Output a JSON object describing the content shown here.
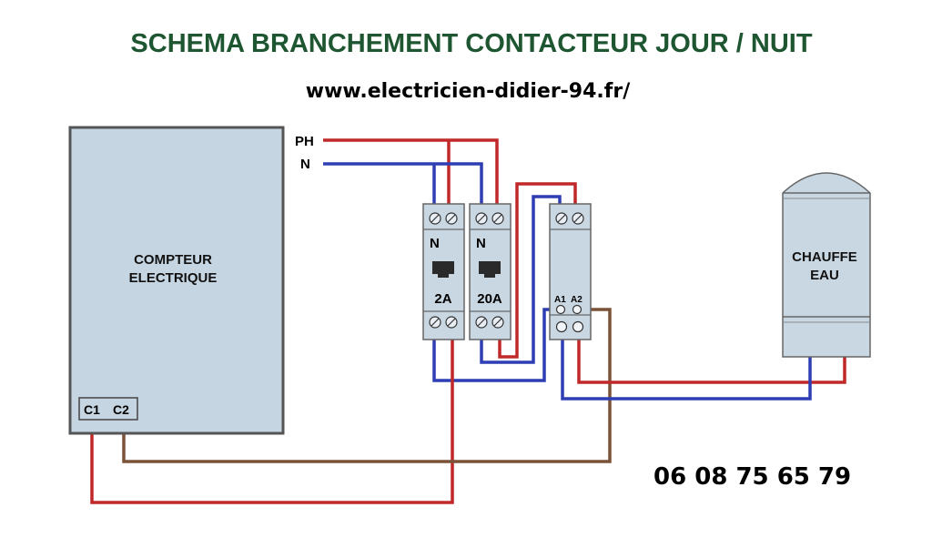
{
  "title": "SCHEMA  BRANCHEMENT  CONTACTEUR  JOUR / NUIT",
  "website": "www.electricien-didier-94.fr/",
  "phone": "06 08 75 65 79",
  "meter": {
    "label_line1": "COMPTEUR",
    "label_line2": "ELECTRIQUE",
    "terminal_c1": "C1",
    "terminal_c2": "C2"
  },
  "supply": {
    "phase_label": "PH",
    "neutral_label": "N"
  },
  "breakers": [
    {
      "neutral_mark": "N",
      "rating": "2A"
    },
    {
      "neutral_mark": "N",
      "rating": "20A"
    }
  ],
  "contactor": {
    "coil_a1": "A1",
    "coil_a2": "A2"
  },
  "heater": {
    "label_line1": "CHAUFFE",
    "label_line2": "EAU"
  },
  "colors": {
    "title": "#1e5631",
    "phase": "#c0282a",
    "neutral": "#2f3fb3",
    "control": "#7a5238",
    "device_fill": "#c9d7e3",
    "meter_fill": "#c5d5e2",
    "outline": "#555555"
  }
}
